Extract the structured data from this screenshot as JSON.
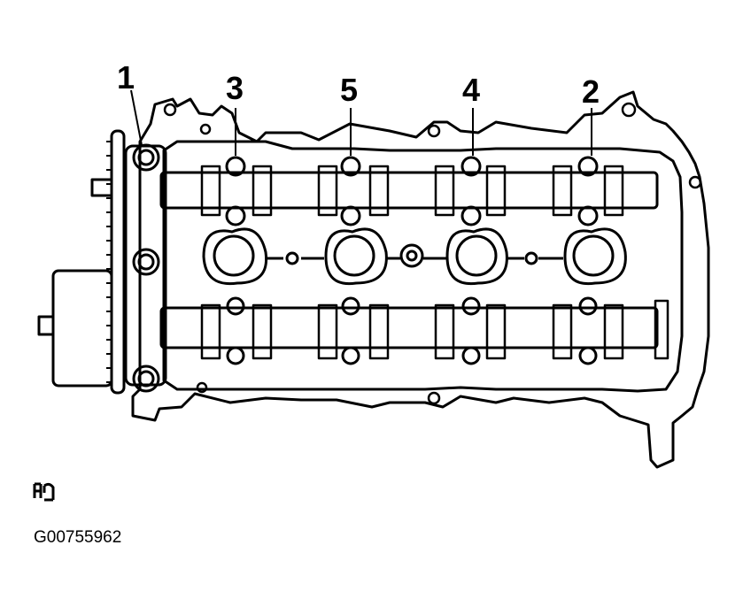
{
  "figure": {
    "callouts": [
      {
        "id": "bolt-1",
        "label": "1"
      },
      {
        "id": "bolt-2",
        "label": "2"
      },
      {
        "id": "bolt-3",
        "label": "3"
      },
      {
        "id": "bolt-4",
        "label": "4"
      },
      {
        "id": "bolt-5",
        "label": "5"
      }
    ],
    "figure_id": "G00755962",
    "logo_icon": "manufacturer-logo-icon",
    "colors": {
      "line": "#000000",
      "background": "#ffffff"
    }
  }
}
